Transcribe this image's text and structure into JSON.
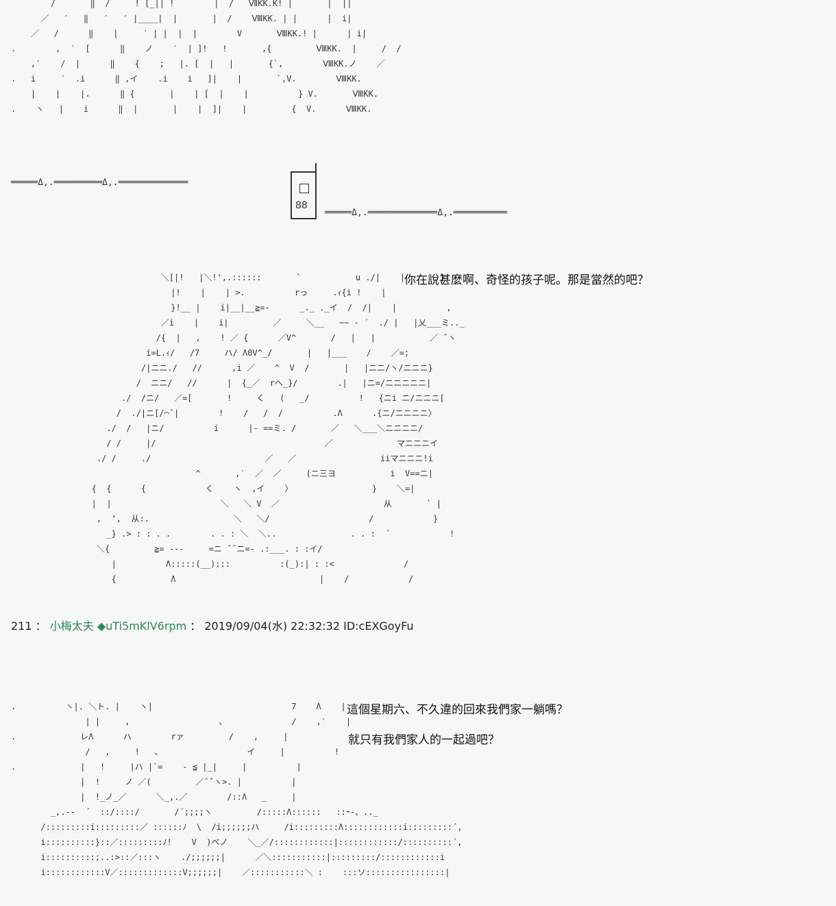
{
  "aa_top": "        /       ‖  /     ! [_|| !        |  /   ⅦKK.K! |       |  ||\n      ／   ′   ‖   ′   ′ |____|  |       |  /    ⅧKK. | |      |  i|\n    ／   /      ‖    |     ′ | |  |  |        V       ⅧKK.! |      | i|\n.        ,  ′  [      ‖    ノ    ′  | ]!   !       ,{         ⅧKK.  |     /  /\n    ,′    /  |      ‖    {    ;   |. [  |   |       {`,        ⅧKK.ノ    ／\n.   i     ′  .i      ‖ ,イ    .i    i   ]|    |       `,V.        ⅧKK.\n    |    |    |.      ‖ {       |    | [  |    |          } V.       ⅧKK.\n.    ヽ   |    i      ‖  |       |    |  ]|    |         {  V.      ⅧKK.",
  "aa_middle": "                 ＼[|!   |＼!',.::::::       `           u ./|    |       }\n                   |!    |    | >.          rっ     .ｨ{i !    |\n                   }!__ |    i|__|__≧=-      _._ ._イ  /  /|    |          ,\n                 ／i    |    i|         ／     ＼__   ~~ - ´  ./ |   |乂___ミ.._\n                /{  |   ,    ! ／ {      ／V^       /   |   |           ／ ˆヽ\n              i=L.ｨ/   /7     ハ/ Λ0V^_/       |   |___    /    ／=;\n             /|ニニ./   //      ,i ／    ^  V  /       |   |ニニ/ヽ/ニニニ}\n            /  ニニ/   //      |  {_／  rへ_}/        .|   |ニ=/ニニニニニ|\n         ./  /ニ/   ／=[       !     く   (   _/          !   {ニi ニ/ニニニ[\n        /  ./|ニ[/⌒ˆ|        !    /   /  /          .Λ      .{ニ/ニニニニ〉\n      ./  /   |ニ/          i      |- ==ミ. /       ／   ＼___＼ニニニニ/\n      / /     |/                                  ／             マニニニイ\n    ./ /     ./                       ／   ／                 iiマニニニ!i\n                        ^       ,′  ／  ／     (ニ三ヨ           i  V==ニ|\n   {  {      {            く    ヽ  ,イ    〉                }    ＼=|\n   |  |                      ＼   ＼ V  ／                     从       ` |\n    ,  ‘,  从:.                 ＼   ＼/                    /            }\n      _} .> : : . .        . . : ＼  ＼..               . . :  ´            !\n    ＼{         ≧= ---     =ニ ̄ ̄ ニ=- .:___. : :イ/\n       |          Λ:::::(__):::          :(_):| : :<              /\n       {           Λ                             |    /            /",
  "aa_bottom": ".          ヽ|. ＼ト. |    ヽ|                            7    Λ    |\n               | |     ,                  、             /    ,′    |\n.             レΛ      ハ        rァ         /    ,     |\n               /   ,     !   、                 イ     |          !\n.             |   !     |ハ |`=    - ≦ |_|     |          |\n              |  !     ノ ／(         ／ˆˆヽ>. |          |\n              |  !_ノ_／      ＼_,.／        /::Λ   _     |\n        _,.--  ´  ::/::::/       /´;;;;ヽ         /:::::Λ::::::   ::ｰ-、.._\n      /:::::::::i:::::::::／ ::::::ﾉ  \\  /i;;;;;;ハ     /i:::::::::Λ::::::::::::i:::::::::´,\n      i::::::::::}::／:::::::::ﾉ!    V  )ベノ    ＼_／/::::::::::::|::::::::::::/::::::::::´,\n      i::::::::::;..:>::／:::ヽ    ./;;;;;;|      ／＼:::::::::::|:::::::::/::::::::::::i\n      i::::::::::::V／:::::::::::::V;;;;;;|    ／:::::::::::＼ :    :::ソ::::::::::::::::|",
  "divider_left": "═════Δ,.═════════Δ,.═════════════",
  "divider_right": "═════Δ,.═════════════Δ,.══════════",
  "box_number": "88",
  "dialogue_1": "你在說甚麼啊、奇怪的孩子呢。那是當然的吧？",
  "post": {
    "number": "211",
    "sep1": "：",
    "name": "小梅太夫 ◆uTi5mKlV6rpm",
    "sep2": "：",
    "datetime": "2019/09/04(水) 22:32:32 ID:cEXGoyFu"
  },
  "dialogue_2": "這個星期六、不久違的回來我們家一躺嗎？",
  "dialogue_3": "就只有我們家人的一起過吧？"
}
